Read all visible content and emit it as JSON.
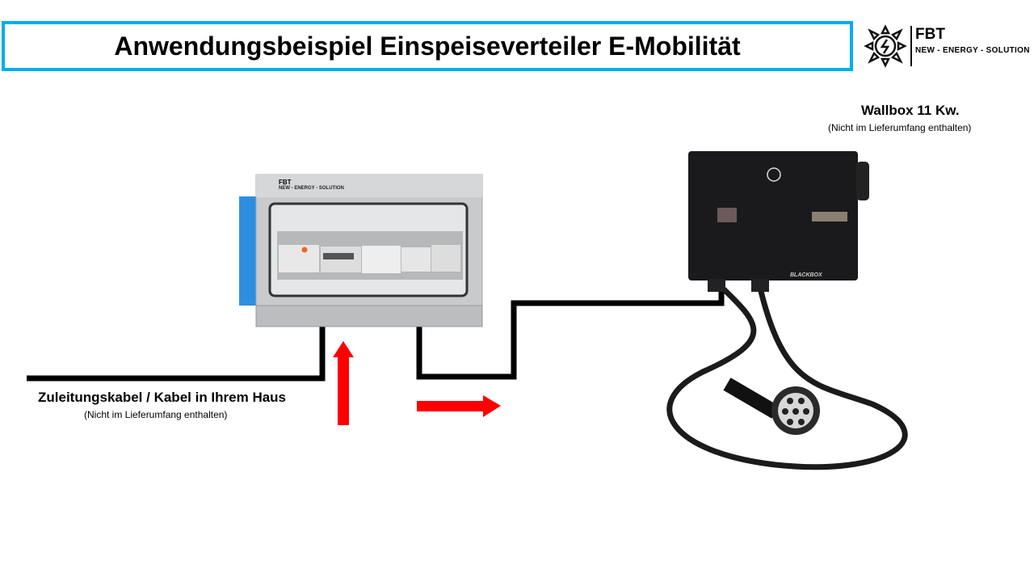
{
  "title": "Anwendungsbeispiel Einspeiseverteiler E-Mobilität",
  "logo": {
    "brand": "FBT",
    "tagline": "NEW - ENERGY - SOLUTION",
    "icon": "sun-lightning-icon"
  },
  "wallbox": {
    "label": "Wallbox 11 Kw.",
    "note": "(Nicht im Lieferumfang enthalten)",
    "brand_text": "BLACKBOX"
  },
  "supply_cable": {
    "label": "Zuleitungskabel / Kabel in Ihrem Haus",
    "note": "(Nicht im Lieferumfang enthalten)"
  },
  "distribution_box": {
    "brand": "FBT",
    "tagline": "NEW - ENERGY - SOLUTION"
  },
  "colors": {
    "title_border": "#00aeef",
    "arrow": "#ff0000",
    "cable": "#000000",
    "door": "#2e8fe0"
  }
}
